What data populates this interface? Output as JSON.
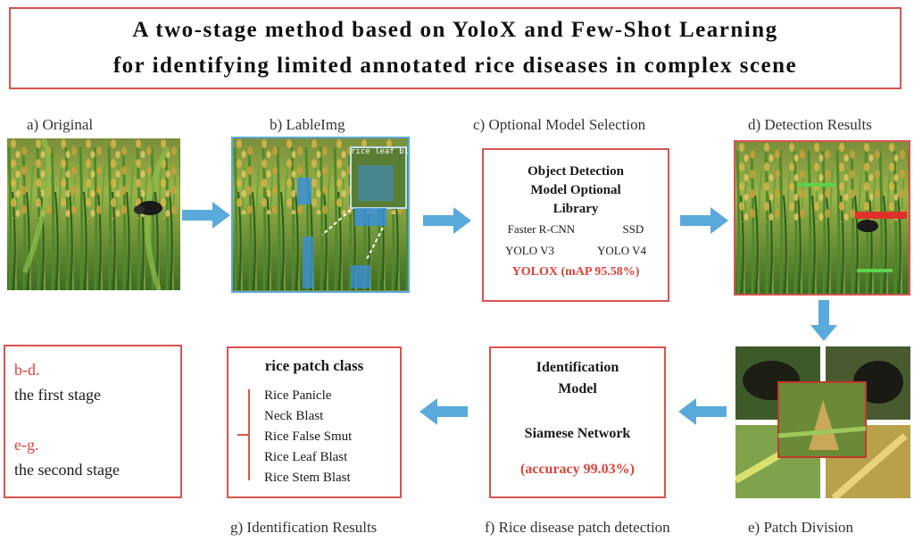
{
  "title": {
    "line1": "A two-stage method based on YoloX and Few-Shot Learning",
    "line2": "for identifying limited annotated rice diseases in complex scene"
  },
  "steps": {
    "a": "a) Original",
    "b": "b) LableImg",
    "c": "c) Optional Model Selection",
    "d": "d) Detection Results",
    "e": "e) Patch Division",
    "f": "f) Rice disease patch detection",
    "g": "g) Identification Results"
  },
  "labelimg": {
    "tag": "rice leaf blast"
  },
  "model_library": {
    "title_l1": "Object Detection",
    "title_l2": "Model Optional",
    "title_l3": "Library",
    "model_1": "Faster R-CNN",
    "model_2": "SSD",
    "model_3": "YOLO V3",
    "model_4": "YOLO V4",
    "selected": "YOLOX (mAP 95.58%)"
  },
  "identification": {
    "title_l1": "Identification",
    "title_l2": "Model",
    "network": "Siamese Network",
    "accuracy": "(accuracy 99.03%)"
  },
  "classes": {
    "title": "rice patch class",
    "items": [
      "Rice Panicle",
      "Neck Blast",
      "Rice False Smut",
      "Rice Leaf Blast",
      "Rice Stem Blast"
    ]
  },
  "legend": {
    "k1": "b-d.",
    "v1": "the first stage",
    "k2": "e-g.",
    "v2": "the second stage"
  },
  "colors": {
    "accent": "#d9534f",
    "arrow": "#5aa9dc",
    "label_blue": "#3a8fd8"
  }
}
